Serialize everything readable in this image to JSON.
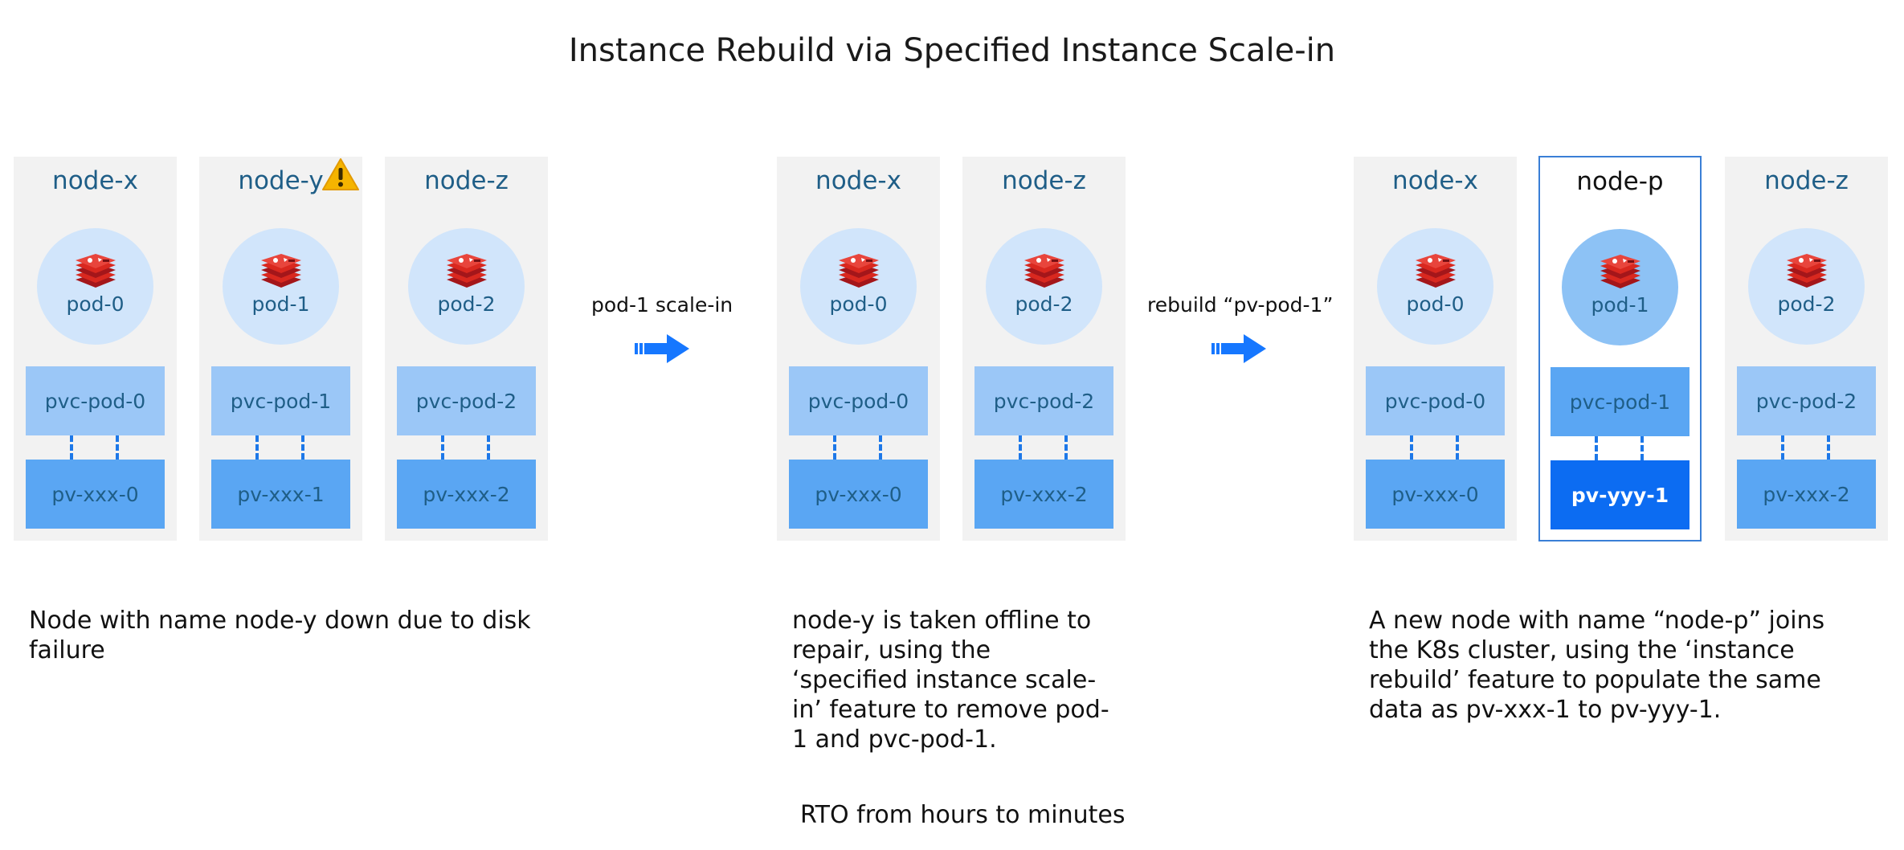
{
  "title": "Instance Rebuild via Specified Instance Scale-in",
  "groups": [
    {
      "nodes": [
        {
          "name": "node-x",
          "pod": "pod-0",
          "pvc": "pvc-pod-0",
          "pv": "pv-xxx-0"
        },
        {
          "name": "node-y",
          "pod": "pod-1",
          "pvc": "pvc-pod-1",
          "pv": "pv-xxx-1",
          "warning": true
        },
        {
          "name": "node-z",
          "pod": "pod-2",
          "pvc": "pvc-pod-2",
          "pv": "pv-xxx-2"
        }
      ],
      "description": "Node with name node-y down due to disk failure"
    },
    {
      "nodes": [
        {
          "name": "node-x",
          "pod": "pod-0",
          "pvc": "pvc-pod-0",
          "pv": "pv-xxx-0"
        },
        {
          "name": "node-z",
          "pod": "pod-2",
          "pvc": "pvc-pod-2",
          "pv": "pv-xxx-2"
        }
      ],
      "description": "node-y is taken offline to repair, using the ‘specified instance scale-in’ feature to remove pod-1 and pvc-pod-1."
    },
    {
      "nodes": [
        {
          "name": "node-x",
          "pod": "pod-0",
          "pvc": "pvc-pod-0",
          "pv": "pv-xxx-0"
        },
        {
          "name": "node-p",
          "pod": "pod-1",
          "pvc": "pvc-pod-1",
          "pv": "pv-yyy-1",
          "new": true
        },
        {
          "name": "node-z",
          "pod": "pod-2",
          "pvc": "pvc-pod-2",
          "pv": "pv-xxx-2"
        }
      ],
      "description": "A new node with name “node-p” joins the K8s cluster, using the ‘instance rebuild’ feature to populate the same data as pv-xxx-1 to pv-yyy-1."
    }
  ],
  "steps": [
    {
      "label": "pod-1 scale-in"
    },
    {
      "label": "rebuild “pv-pod-1”"
    }
  ],
  "footer": "RTO from hours to minutes",
  "icons": {
    "pod": "redis-icon",
    "warning": "warning-icon",
    "arrow": "right-arrow-icon"
  },
  "colors": {
    "node_title": "#1f5e87",
    "pod_circle": "#d1e5fb",
    "pod_circle_new": "#8dc2f5",
    "pvc": "#9bc7f7",
    "pv": "#5aa6f3",
    "pv_new": "#0c6cf2",
    "arrow": "#1677ff",
    "warning": "#f5b400",
    "redis": "#d9281f"
  }
}
